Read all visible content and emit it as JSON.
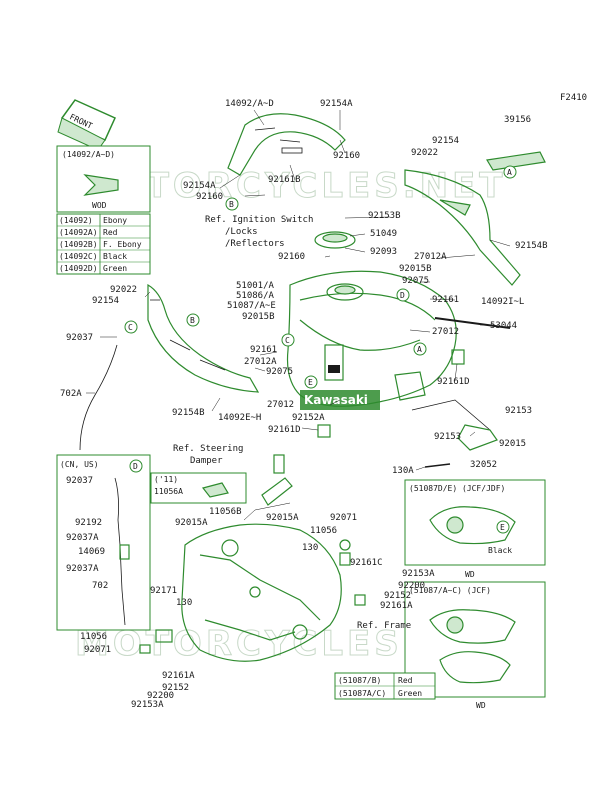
{
  "ref_code": "F2410",
  "front_label": "FRONT",
  "watermark": "MOTORCYCLES.NET",
  "kawasaki_logo": "Kawasaki",
  "wod_box": {
    "part": "(14092/A~D)",
    "caption": "WOD"
  },
  "color_table": [
    {
      "code": "(14092)",
      "color": "Ebony"
    },
    {
      "code": "(14092A)",
      "color": "Red"
    },
    {
      "code": "(14092B)",
      "color": "F. Ebony"
    },
    {
      "code": "(14092C)",
      "color": "Black"
    },
    {
      "code": "(14092D)",
      "color": "Green"
    }
  ],
  "cn_us_box": {
    "title": "(CN, US)"
  },
  "y11_box": {
    "title": "('11)",
    "part": "11056A"
  },
  "wd_box_1": {
    "title": "(51087D/E) (JCF/JDF)",
    "caption": "Black",
    "footer": "WD"
  },
  "wd_box_2": {
    "title": "(51087/A~C) (JCF)",
    "footer": "WD"
  },
  "color_table_2": [
    {
      "code": "(51087/B)",
      "color": "Red"
    },
    {
      "code": "(51087A/C)",
      "color": "Green"
    }
  ],
  "refs": {
    "ignition": [
      "Ref. Ignition Switch",
      "/Locks",
      "/Reflectors"
    ],
    "steering": [
      "Ref. Steering",
      "Damper"
    ],
    "frame": "Ref. Frame"
  },
  "callouts": {
    "A": "A",
    "B": "B",
    "C": "C",
    "D": "D",
    "E": "E"
  },
  "labels": [
    {
      "id": "p14092",
      "text": "14092/A~D"
    },
    {
      "id": "p92154A_t",
      "text": "92154A"
    },
    {
      "id": "p92160_t",
      "text": "92160"
    },
    {
      "id": "p92154A_l",
      "text": "92154A"
    },
    {
      "id": "p92160_l",
      "text": "92160"
    },
    {
      "id": "p92161B",
      "text": "92161B"
    },
    {
      "id": "p39156",
      "text": "39156"
    },
    {
      "id": "p92154_r",
      "text": "92154"
    },
    {
      "id": "p92022_r",
      "text": "92022"
    },
    {
      "id": "p92153B",
      "text": "92153B"
    },
    {
      "id": "p51049",
      "text": "51049"
    },
    {
      "id": "p92093",
      "text": "92093"
    },
    {
      "id": "p92160_m",
      "text": "92160"
    },
    {
      "id": "p92015B_r",
      "text": "92015B"
    },
    {
      "id": "p27012A_r",
      "text": "27012A"
    },
    {
      "id": "p92154B",
      "text": "92154B"
    },
    {
      "id": "p92075_r",
      "text": "92075"
    },
    {
      "id": "p14092I",
      "text": "14092I~L"
    },
    {
      "id": "p51001",
      "text": "51001/A"
    },
    {
      "id": "p51086",
      "text": "51086/A"
    },
    {
      "id": "p51087",
      "text": "51087/A~E"
    },
    {
      "id": "p92015B_m",
      "text": "92015B"
    },
    {
      "id": "p92161_r",
      "text": "92161"
    },
    {
      "id": "p27012_r",
      "text": "27012"
    },
    {
      "id": "p53044",
      "text": "53044"
    },
    {
      "id": "p92022_l",
      "text": "92022"
    },
    {
      "id": "p92154_l",
      "text": "92154"
    },
    {
      "id": "p92037_l",
      "text": "92037"
    },
    {
      "id": "p92161_m",
      "text": "92161"
    },
    {
      "id": "p27012A_m",
      "text": "27012A"
    },
    {
      "id": "p92075_m",
      "text": "92075"
    },
    {
      "id": "p702A",
      "text": "702A"
    },
    {
      "id": "p92161D_r",
      "text": "92161D"
    },
    {
      "id": "p27012_m",
      "text": "27012"
    },
    {
      "id": "p92152A",
      "text": "92152A"
    },
    {
      "id": "p92154B_l",
      "text": "92154B"
    },
    {
      "id": "p14092EH",
      "text": "14092E~H"
    },
    {
      "id": "p92161D_m",
      "text": "92161D"
    },
    {
      "id": "p92153_r1",
      "text": "92153"
    },
    {
      "id": "p92153_r2",
      "text": "92153"
    },
    {
      "id": "p92015_r",
      "text": "92015"
    },
    {
      "id": "p130_r",
      "text": "130A"
    },
    {
      "id": "p32052",
      "text": "32052"
    },
    {
      "id": "p92037_cn",
      "text": "92037"
    },
    {
      "id": "p92192",
      "text": "92192"
    },
    {
      "id": "p92037A_1",
      "text": "92037A"
    },
    {
      "id": "p14069",
      "text": "14069"
    },
    {
      "id": "p92037A_2",
      "text": "92037A"
    },
    {
      "id": "p702",
      "text": "702"
    },
    {
      "id": "p11056B",
      "text": "11056B"
    },
    {
      "id": "p92015A_l",
      "text": "92015A"
    },
    {
      "id": "p92015A_m",
      "text": "92015A"
    },
    {
      "id": "p92071_m",
      "text": "92071"
    },
    {
      "id": "p11056_m",
      "text": "11056"
    },
    {
      "id": "p130_m",
      "text": "130"
    },
    {
      "id": "p92161C",
      "text": "92161C"
    },
    {
      "id": "p92153A_m",
      "text": "92153A"
    },
    {
      "id": "p92200_m",
      "text": "92200"
    },
    {
      "id": "p92152_m",
      "text": "92152"
    },
    {
      "id": "p92161A_m",
      "text": "92161A"
    },
    {
      "id": "p92171",
      "text": "92171"
    },
    {
      "id": "p130_l",
      "text": "130"
    },
    {
      "id": "p11056_l",
      "text": "11056"
    },
    {
      "id": "p92071_l",
      "text": "92071"
    },
    {
      "id": "p92161A_b",
      "text": "92161A"
    },
    {
      "id": "p92152_b",
      "text": "92152"
    },
    {
      "id": "p92200_b",
      "text": "92200"
    },
    {
      "id": "p92153A_b",
      "text": "92153A"
    }
  ]
}
